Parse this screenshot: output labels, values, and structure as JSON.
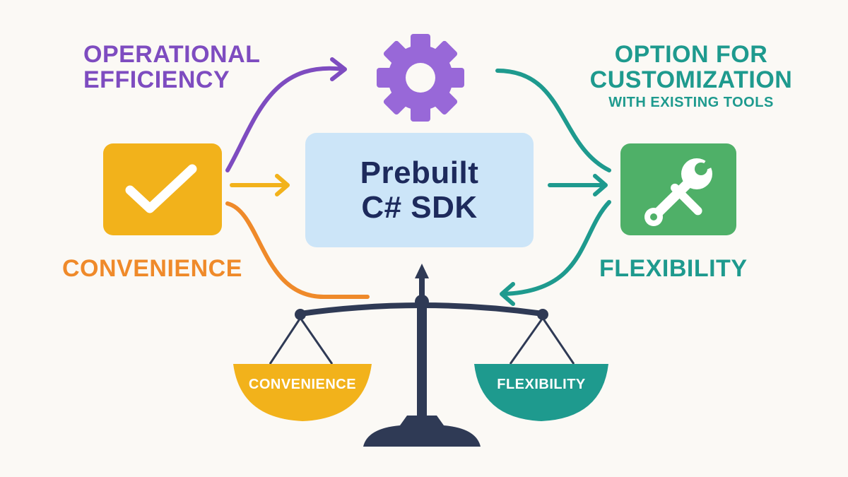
{
  "colors": {
    "background": "#fbf9f5",
    "purple": "#7e4cc0",
    "gear": "#9868d8",
    "teal": "#1e9a8e",
    "orange": "#ef8a2a",
    "yellow_arrow": "#f2b21b",
    "check_tile": "#f2b21b",
    "wrench_tile": "#4fb068",
    "center_box": "#cce5f8",
    "center_text": "#1d2a5c",
    "scale": "#2f3a55"
  },
  "labels": {
    "operational_efficiency_line1": "OPERATIONAL",
    "operational_efficiency_line2": "EFFICIENCY",
    "customization_line1": "OPTION FOR",
    "customization_line2": "CUSTOMIZATION",
    "customization_line3": "WITH EXISTING TOOLS",
    "convenience": "CONVENIENCE",
    "flexibility": "FLEXIBILITY"
  },
  "center": {
    "line1": "Prebuilt",
    "line2": "C# SDK"
  },
  "scale": {
    "left_pan_label": "CONVENIENCE",
    "right_pan_label": "FLEXIBILITY"
  },
  "icons": {
    "top": "gear-icon",
    "left": "checkmark-icon",
    "right": "wrench-icon",
    "bottom": "balance-scale-icon"
  }
}
